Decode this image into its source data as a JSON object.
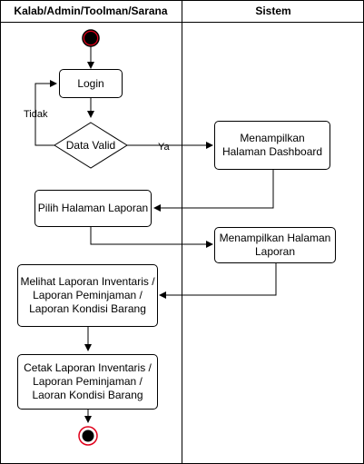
{
  "lanes": {
    "left_title": "Kalab/Admin/Toolman/Sarana",
    "right_title": "Sistem"
  },
  "nodes": {
    "login": "Login",
    "decision": "Data Valid",
    "dashboard": "Menampilkan\nHalaman Dashboard",
    "pilih": "Pilih Halaman Laporan",
    "tampil_laporan": "Menampilkan Halaman\nLaporan",
    "melihat": "Melihat Laporan Inventaris /\nLaporan Peminjaman /\nLaporan Kondisi Barang",
    "cetak": "Cetak Laporan Inventaris /\nLaporan Peminjaman /\nLaoran Kondisi Barang"
  },
  "edge_labels": {
    "no": "Tidak",
    "yes": "Ya"
  },
  "colors": {
    "start_fill": "#e0001b",
    "end_ring": "#e0001b",
    "line": "#000000"
  }
}
